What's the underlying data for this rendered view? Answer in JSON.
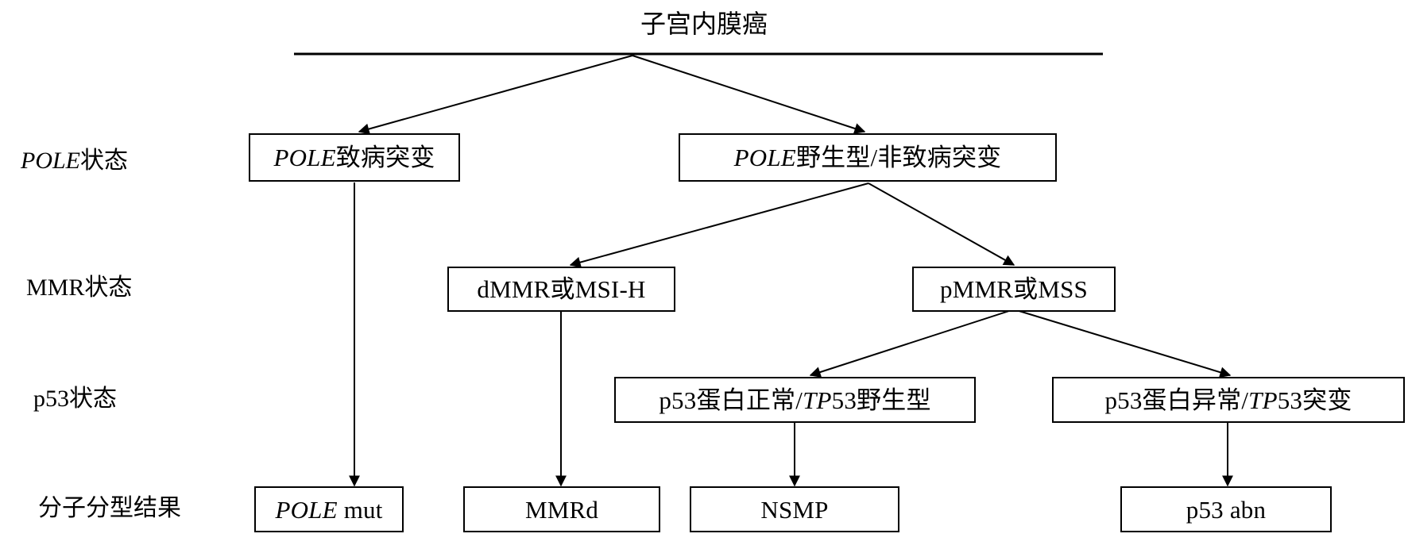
{
  "diagram": {
    "title": "子宫内膜癌",
    "type": "flowchart",
    "description": "子宫内膜癌分子分型流程图",
    "colors": {
      "stroke": "#000000",
      "background": "#ffffff",
      "text": "#000000"
    }
  },
  "row_labels": [
    {
      "id": "pole-status",
      "text": "POLE状态",
      "italic_prefix": "POLE",
      "plain_suffix": "状态"
    },
    {
      "id": "mmr-status",
      "text": "MMR状态",
      "italic_prefix": "",
      "plain_suffix": "MMR状态"
    },
    {
      "id": "p53-status",
      "text": "p53状态",
      "italic_prefix": "",
      "plain_suffix": "p53状态"
    },
    {
      "id": "result",
      "text": "分子分型结果",
      "italic_prefix": "",
      "plain_suffix": "分子分型结果"
    }
  ],
  "nodes": {
    "pole_mut_branch": {
      "label": "POLE致病突变",
      "italic": "POLE",
      "plain": "致病突变"
    },
    "pole_wt_branch": {
      "label": "POLE野生型/非致病突变",
      "italic": "POLE",
      "plain": "野生型/非致病突变"
    },
    "dmmr": {
      "label": "dMMR或MSI-H"
    },
    "pmmr": {
      "label": "pMMR或MSS"
    },
    "p53_normal": {
      "label": "p53蛋白正常/TP53野生型",
      "pre": "p53蛋白正常/",
      "italic": "TP",
      "post": "53野生型"
    },
    "p53_abnormal": {
      "label": "p53蛋白异常/TP53突变",
      "pre": "p53蛋白异常/",
      "italic": "TP",
      "post": "53突变"
    },
    "result_pole": {
      "label": "POLE mut",
      "italic": "POLE",
      "plain": " mut"
    },
    "result_mmrd": {
      "label": "MMRd"
    },
    "result_nsmp": {
      "label": "NSMP"
    },
    "result_p53abn": {
      "label": "p53 abn"
    }
  },
  "flow": [
    {
      "from": "子宫内膜癌",
      "to": "POLE致病突变"
    },
    {
      "from": "子宫内膜癌",
      "to": "POLE野生型/非致病突变"
    },
    {
      "from": "POLE致病突变",
      "to": "POLE mut"
    },
    {
      "from": "POLE野生型/非致病突变",
      "to": "dMMR或MSI-H"
    },
    {
      "from": "POLE野生型/非致病突变",
      "to": "pMMR或MSS"
    },
    {
      "from": "dMMR或MSI-H",
      "to": "MMRd"
    },
    {
      "from": "pMMR或MSS",
      "to": "p53蛋白正常/TP53野生型"
    },
    {
      "from": "pMMR或MSS",
      "to": "p53蛋白异常/TP53突变"
    },
    {
      "from": "p53蛋白正常/TP53野生型",
      "to": "NSMP"
    },
    {
      "from": "p53蛋白异常/TP53突变",
      "to": "p53 abn"
    }
  ]
}
